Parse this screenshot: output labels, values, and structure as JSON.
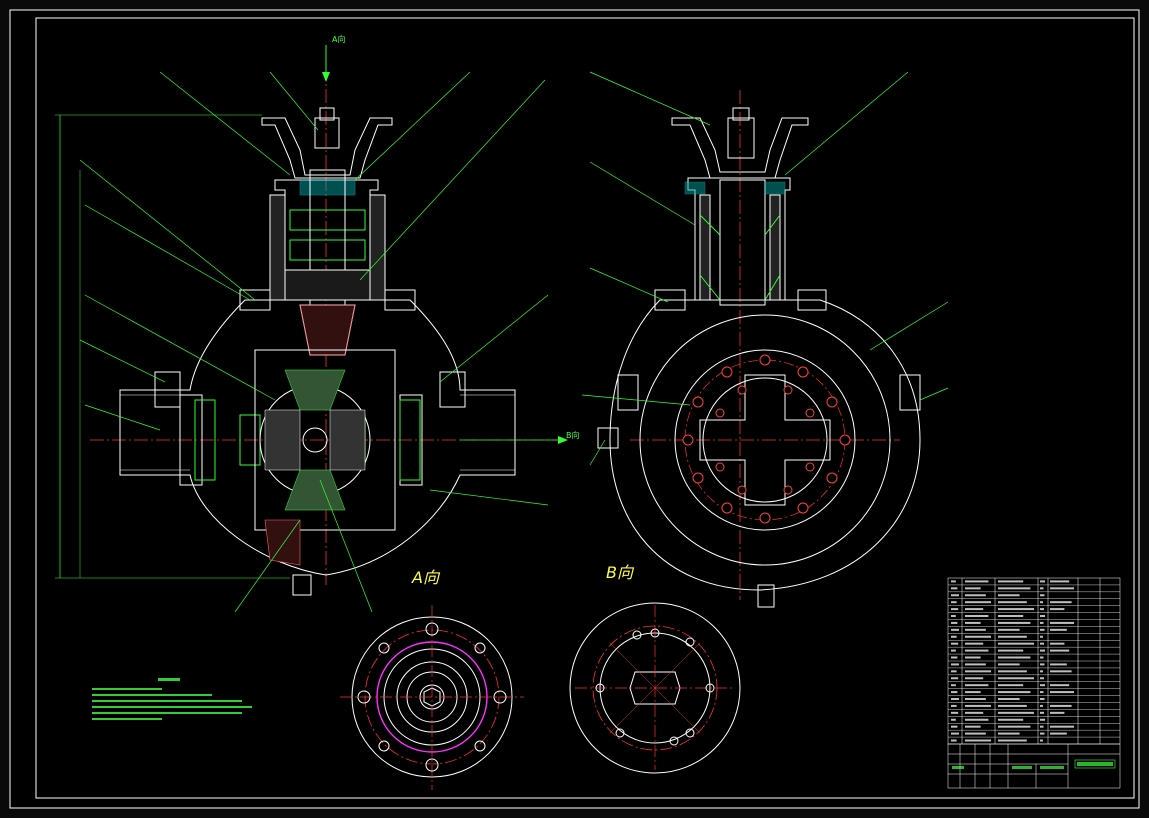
{
  "drawing": {
    "background": "#000000",
    "colors": {
      "outline": "#ffffff",
      "centerline": "#ff3030",
      "leader": "#30ff30",
      "hatch": "#ffffff",
      "dimension": "#00ffff",
      "magenta": "#ff30ff",
      "text": "#ffff40"
    },
    "view_labels": {
      "view_a_arrow": "A向",
      "view_b_arrow": "B向",
      "view_a_title": "A向",
      "view_b_title": "B向"
    }
  }
}
